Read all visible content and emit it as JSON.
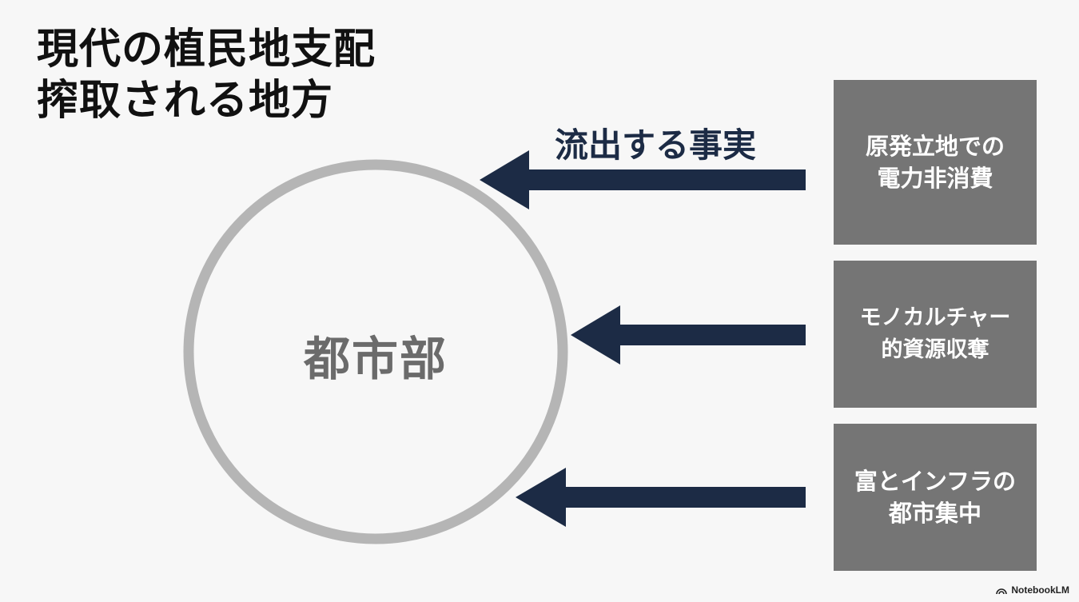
{
  "title": {
    "line1": "現代の植民地支配",
    "line2": "搾取される地方"
  },
  "flow_label": "流出する事実",
  "center": {
    "label": "都市部"
  },
  "sources": [
    {
      "line1": "原発立地での",
      "line2": "電力非消費"
    },
    {
      "line1": "モノカルチャー",
      "line2": "的資源収奪"
    },
    {
      "line1": "富とインフラの",
      "line2": "都市集中"
    }
  ],
  "brand": {
    "name": "NotebookLM"
  },
  "colors": {
    "background": "#f7f7f7",
    "arrow": "#1c2b45",
    "box": "#757575",
    "circle": "#b5b5b5",
    "center_text": "#6b6b6b"
  }
}
